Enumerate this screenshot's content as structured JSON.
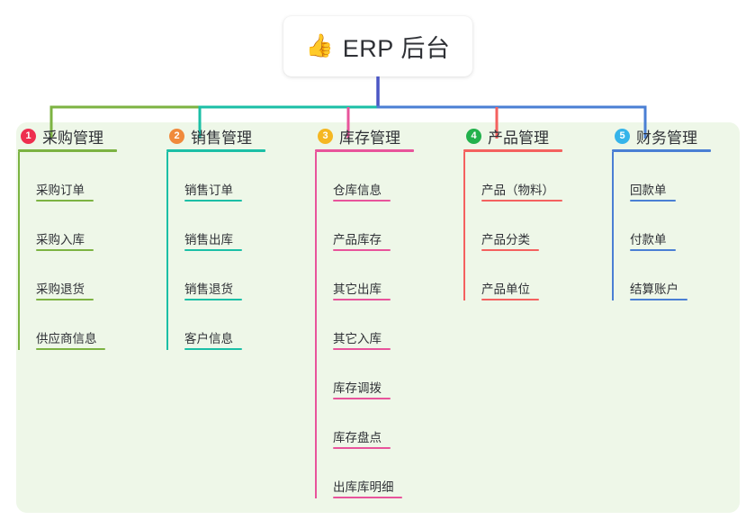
{
  "root": {
    "icon": "thumbs-up-icon",
    "icon_glyph": "👍",
    "title": "ERP 后台"
  },
  "theme": {
    "panel_background": "#eef7e8",
    "page_background": "#ffffff",
    "text_color": "#2f3136",
    "root_connector_color": "#4a56c4"
  },
  "columns": [
    {
      "number": "1",
      "title": "采购管理",
      "badge_color": "#ee2f4f",
      "line_color": "#7cb342",
      "items": [
        {
          "label": "采购订单"
        },
        {
          "label": "采购入库"
        },
        {
          "label": "采购退货"
        },
        {
          "label": "供应商信息"
        }
      ]
    },
    {
      "number": "2",
      "title": "销售管理",
      "badge_color": "#f08a3c",
      "line_color": "#1bbfa6",
      "items": [
        {
          "label": "销售订单"
        },
        {
          "label": "销售出库"
        },
        {
          "label": "销售退货"
        },
        {
          "label": "客户信息"
        }
      ]
    },
    {
      "number": "3",
      "title": "库存管理",
      "badge_color": "#f5b722",
      "line_color": "#e8549b",
      "items": [
        {
          "label": "仓库信息"
        },
        {
          "label": "产品库存"
        },
        {
          "label": "其它出库"
        },
        {
          "label": "其它入库"
        },
        {
          "label": "库存调拨"
        },
        {
          "label": "库存盘点"
        },
        {
          "label": "出库库明细"
        }
      ]
    },
    {
      "number": "4",
      "title": "产品管理",
      "badge_color": "#22b14c",
      "line_color": "#f4615f",
      "items": [
        {
          "label": "产品（物料）"
        },
        {
          "label": "产品分类"
        },
        {
          "label": "产品单位"
        }
      ]
    },
    {
      "number": "5",
      "title": "财务管理",
      "badge_color": "#35b4ea",
      "line_color": "#4a7fd4",
      "items": [
        {
          "label": "回款单"
        },
        {
          "label": "付款单"
        },
        {
          "label": "结算账户"
        }
      ]
    }
  ]
}
